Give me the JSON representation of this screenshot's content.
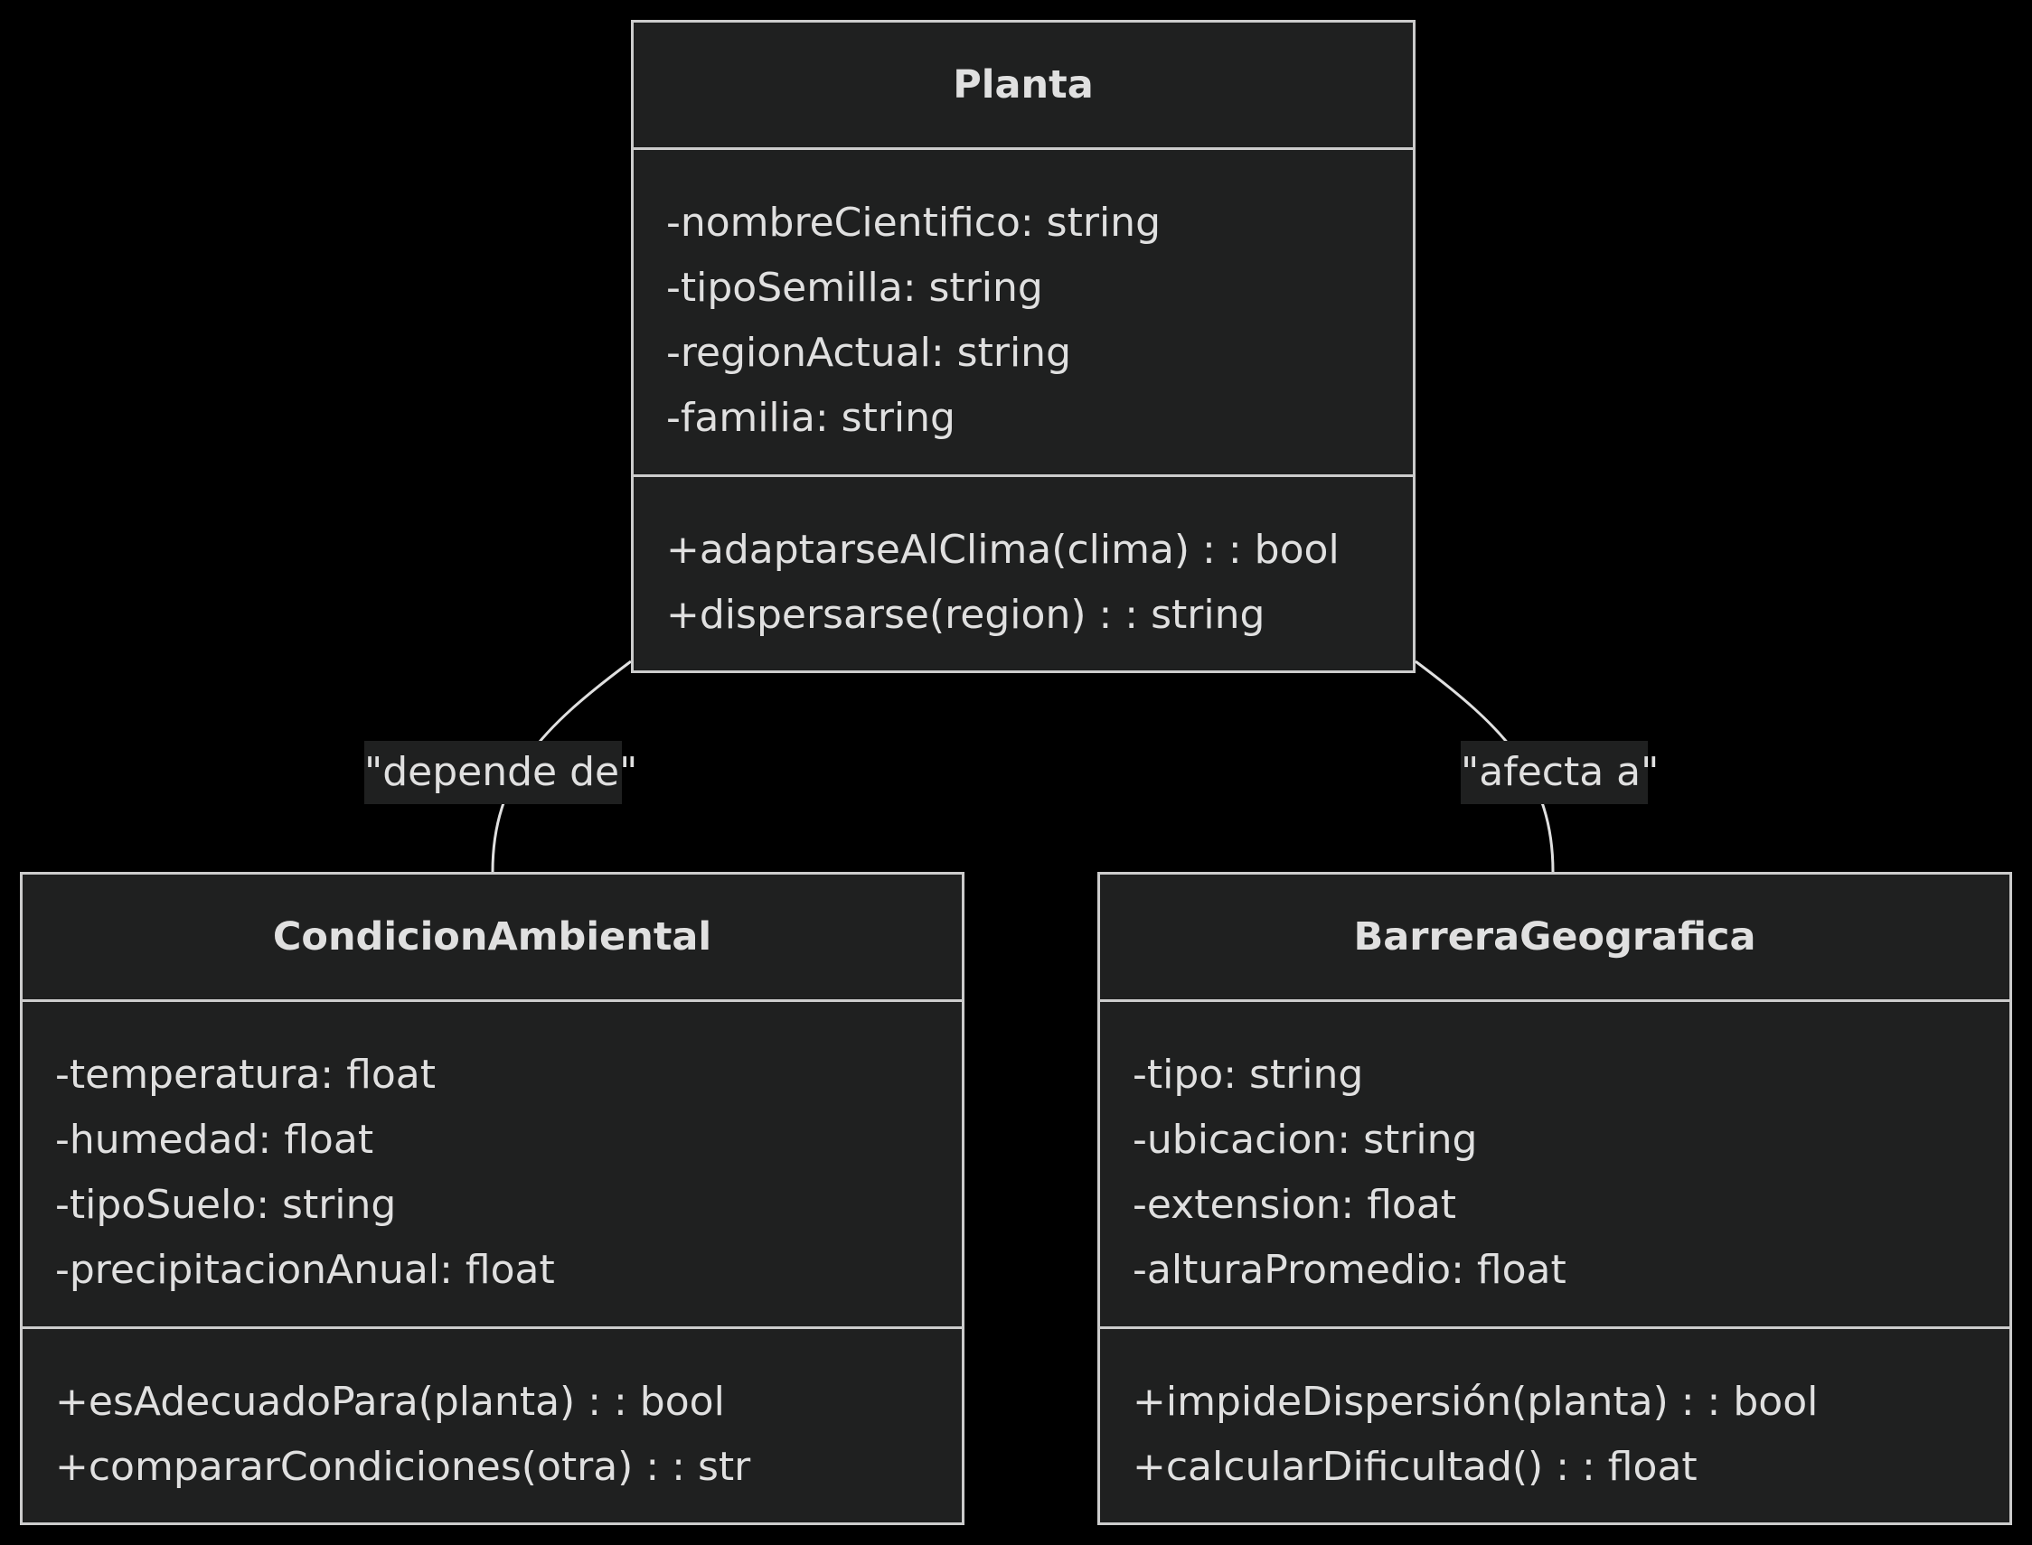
{
  "diagram": {
    "classes": [
      {
        "name": "Planta",
        "attributes": [
          "-nombreCientifico: string",
          "-tipoSemilla: string",
          "-regionActual: string",
          "-familia: string"
        ],
        "methods": [
          "+adaptarseAlClima(clima) : : bool",
          "+dispersarse(region) : : string"
        ]
      },
      {
        "name": "CondicionAmbiental",
        "attributes": [
          "-temperatura: float",
          "-humedad: float",
          "-tipoSuelo: string",
          "-precipitacionAnual: float"
        ],
        "methods": [
          "+esAdecuadoPara(planta) : : bool",
          "+compararCondiciones(otra) : : str"
        ]
      },
      {
        "name": "BarreraGeografica",
        "attributes": [
          "-tipo: string",
          "-ubicacion: string",
          "-extension: float",
          "-alturaPromedio: float"
        ],
        "methods": [
          "+impideDispersión(planta) : : bool",
          "+calcularDificultad() : : float"
        ]
      }
    ],
    "relations": [
      {
        "from": "Planta",
        "to": "CondicionAmbiental",
        "label": "\"depende de\""
      },
      {
        "from": "Planta",
        "to": "BarreraGeografica",
        "label": "\"afecta a\""
      }
    ],
    "colors": {
      "background": "#000000",
      "box_fill": "#1f2020",
      "box_border": "#cccccc",
      "text": "#e0e0e0",
      "edge": "#e0e0e0"
    }
  }
}
